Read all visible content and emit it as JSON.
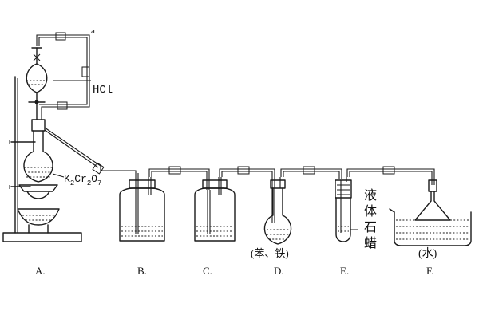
{
  "labels": {
    "point_a": "a",
    "hcl": "HCl",
    "k2cr2o7": {
      "k": "K",
      "k_sub": "2",
      "cr": "Cr",
      "cr_sub": "2",
      "o": "O",
      "o_sub": "7"
    },
    "flask_d_contents": "(苯、铁)",
    "tube_e_side": [
      "液",
      "体",
      "石",
      "蜡"
    ],
    "beaker_f_contents": "(水)"
  },
  "apparatus": [
    {
      "id": "A",
      "label": "A."
    },
    {
      "id": "B",
      "label": "B."
    },
    {
      "id": "C",
      "label": "C."
    },
    {
      "id": "D",
      "label": "D."
    },
    {
      "id": "E",
      "label": "E."
    },
    {
      "id": "F",
      "label": "F."
    }
  ]
}
